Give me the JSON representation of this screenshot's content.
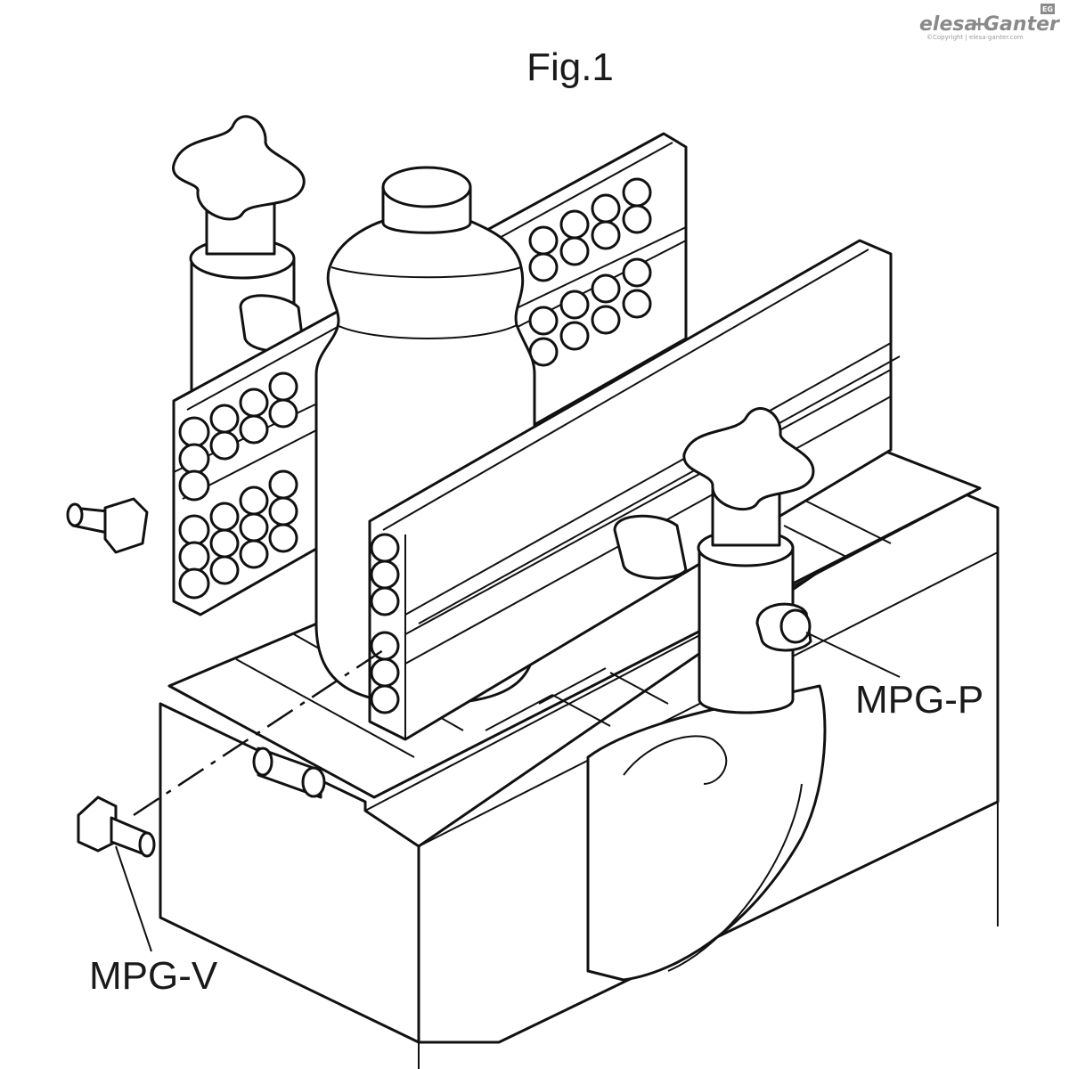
{
  "figure": {
    "title": "Fig.1"
  },
  "callouts": {
    "mpg_p": "MPG-P",
    "mpg_v": "MPG-V"
  },
  "brand": {
    "name_left": "elesa",
    "plus": "+",
    "name_right": "Ganter",
    "badge": "EG",
    "copyright": "©Copyright | elesa-ganter.com"
  },
  "colors": {
    "line": "#111111",
    "fill": "#ffffff",
    "brand_grey": "#8a8a8a"
  }
}
